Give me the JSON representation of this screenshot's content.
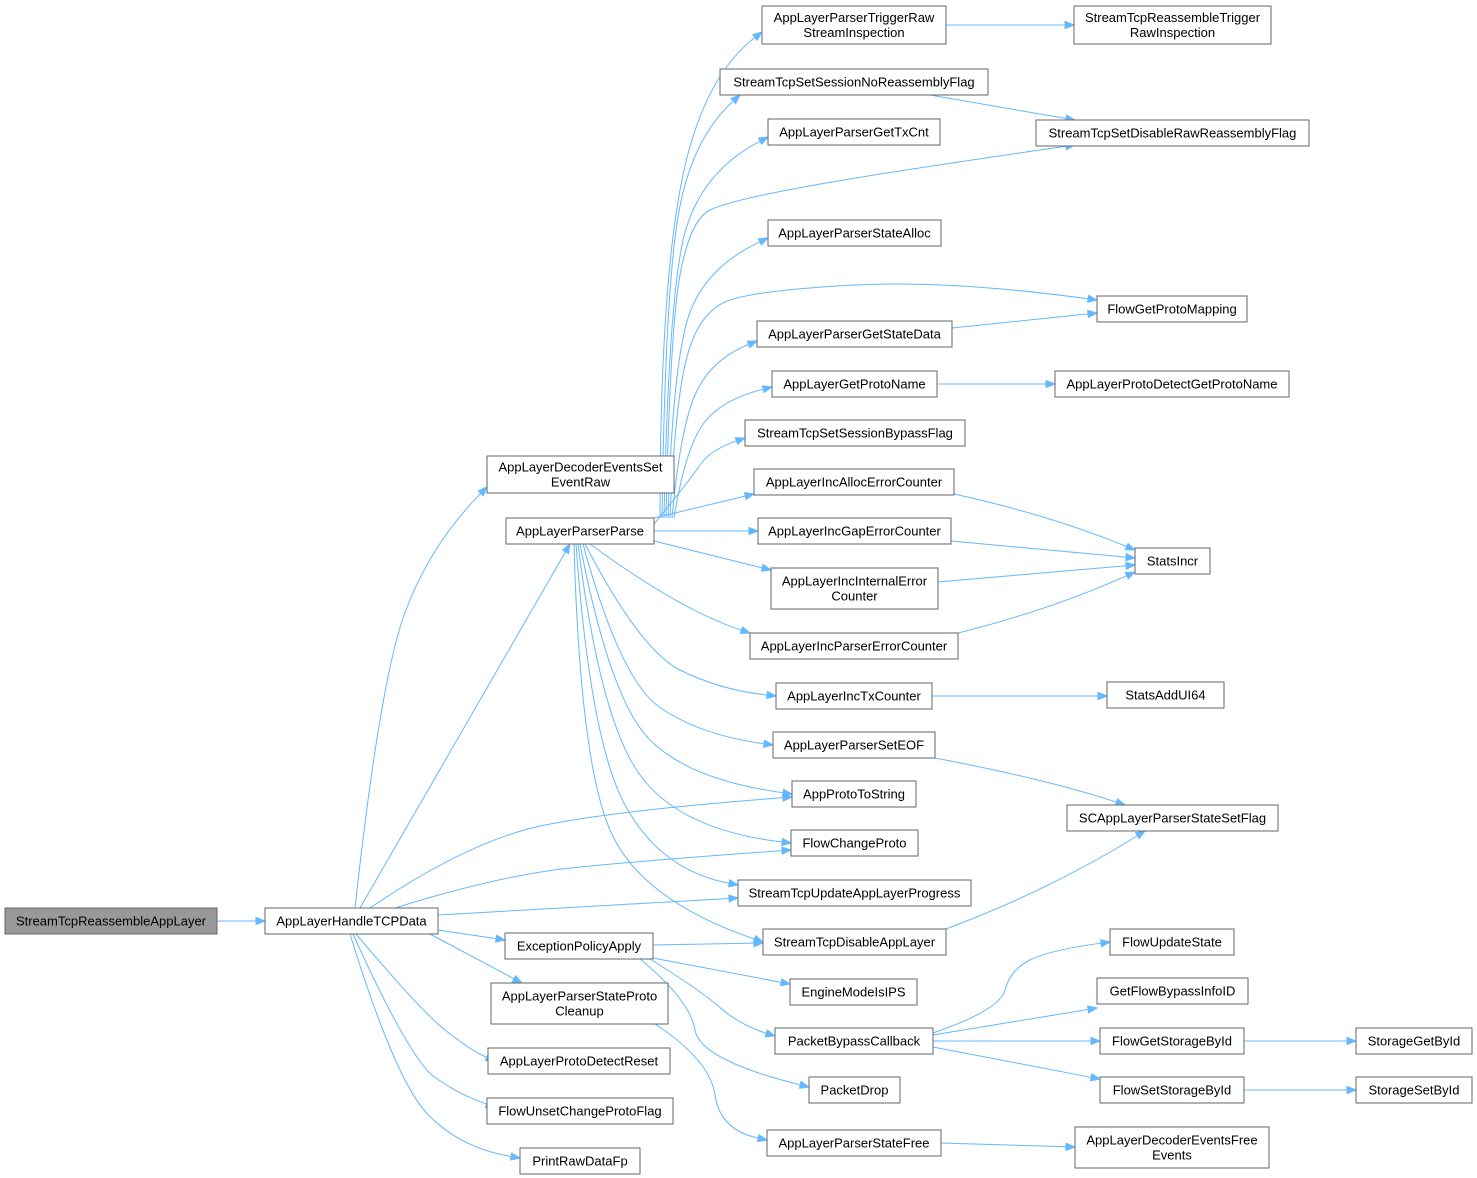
{
  "colors": {
    "edge": "#63b8ff",
    "node_border": "#666666",
    "root_fill": "#999999",
    "node_fill": "#ffffff"
  },
  "nodes": [
    {
      "id": "root",
      "lines": [
        "StreamTcpReassembleAppLayer"
      ]
    },
    {
      "id": "handle",
      "lines": [
        "AppLayerHandleTCPData"
      ]
    },
    {
      "id": "decoderSet",
      "lines": [
        "AppLayerDecoderEventsSet",
        "EventRaw"
      ]
    },
    {
      "id": "parse",
      "lines": [
        "AppLayerParserParse"
      ]
    },
    {
      "id": "exception",
      "lines": [
        "ExceptionPolicyApply"
      ]
    },
    {
      "id": "stateCleanup",
      "lines": [
        "AppLayerParserStateProto",
        "Cleanup"
      ]
    },
    {
      "id": "protoReset",
      "lines": [
        "AppLayerProtoDetectReset"
      ]
    },
    {
      "id": "unsetFlag",
      "lines": [
        "FlowUnsetChangeProtoFlag"
      ]
    },
    {
      "id": "printRaw",
      "lines": [
        "PrintRawDataFp"
      ]
    },
    {
      "id": "triggerRaw",
      "lines": [
        "AppLayerParserTriggerRaw",
        "StreamInspection"
      ]
    },
    {
      "id": "noReassembly",
      "lines": [
        "StreamTcpSetSessionNoReassemblyFlag"
      ]
    },
    {
      "id": "getTxCnt",
      "lines": [
        "AppLayerParserGetTxCnt"
      ]
    },
    {
      "id": "stateAlloc",
      "lines": [
        "AppLayerParserStateAlloc"
      ]
    },
    {
      "id": "getStateData",
      "lines": [
        "AppLayerParserGetStateData"
      ]
    },
    {
      "id": "getProtoName",
      "lines": [
        "AppLayerGetProtoName"
      ]
    },
    {
      "id": "bypassFlag",
      "lines": [
        "StreamTcpSetSessionBypassFlag"
      ]
    },
    {
      "id": "allocErr",
      "lines": [
        "AppLayerIncAllocErrorCounter"
      ]
    },
    {
      "id": "gapErr",
      "lines": [
        "AppLayerIncGapErrorCounter"
      ]
    },
    {
      "id": "internalErr",
      "lines": [
        "AppLayerIncInternalError",
        "Counter"
      ]
    },
    {
      "id": "parserErr",
      "lines": [
        "AppLayerIncParserErrorCounter"
      ]
    },
    {
      "id": "txCounter",
      "lines": [
        "AppLayerIncTxCounter"
      ]
    },
    {
      "id": "setEOF",
      "lines": [
        "AppLayerParserSetEOF"
      ]
    },
    {
      "id": "protoToString",
      "lines": [
        "AppProtoToString"
      ]
    },
    {
      "id": "changeProto",
      "lines": [
        "FlowChangeProto"
      ]
    },
    {
      "id": "updateProgress",
      "lines": [
        "StreamTcpUpdateAppLayerProgress"
      ]
    },
    {
      "id": "disableApp",
      "lines": [
        "StreamTcpDisableAppLayer"
      ]
    },
    {
      "id": "engineIPS",
      "lines": [
        "EngineModeIsIPS"
      ]
    },
    {
      "id": "bypassCb",
      "lines": [
        "PacketBypassCallback"
      ]
    },
    {
      "id": "packetDrop",
      "lines": [
        "PacketDrop"
      ]
    },
    {
      "id": "stateFree",
      "lines": [
        "AppLayerParserStateFree"
      ]
    },
    {
      "id": "triggerRawIns",
      "lines": [
        "StreamTcpReassembleTrigger",
        "RawInspection"
      ]
    },
    {
      "id": "disableRaw",
      "lines": [
        "StreamTcpSetDisableRawReassemblyFlag"
      ]
    },
    {
      "id": "protoMapping",
      "lines": [
        "FlowGetProtoMapping"
      ]
    },
    {
      "id": "detectProtoName",
      "lines": [
        "AppLayerProtoDetectGetProtoName"
      ]
    },
    {
      "id": "statsIncr",
      "lines": [
        "StatsIncr"
      ]
    },
    {
      "id": "statsAdd",
      "lines": [
        "StatsAddUI64"
      ]
    },
    {
      "id": "setFlag",
      "lines": [
        "SCAppLayerParserStateSetFlag"
      ]
    },
    {
      "id": "updateState",
      "lines": [
        "FlowUpdateState"
      ]
    },
    {
      "id": "bypassInfo",
      "lines": [
        "GetFlowBypassInfoID"
      ]
    },
    {
      "id": "getStorage",
      "lines": [
        "FlowGetStorageById"
      ]
    },
    {
      "id": "setStorage",
      "lines": [
        "FlowSetStorageById"
      ]
    },
    {
      "id": "freeEvents",
      "lines": [
        "AppLayerDecoderEventsFree",
        "Events"
      ]
    },
    {
      "id": "storageGet",
      "lines": [
        "StorageGetById"
      ]
    },
    {
      "id": "storageSet",
      "lines": [
        "StorageSetById"
      ]
    }
  ]
}
